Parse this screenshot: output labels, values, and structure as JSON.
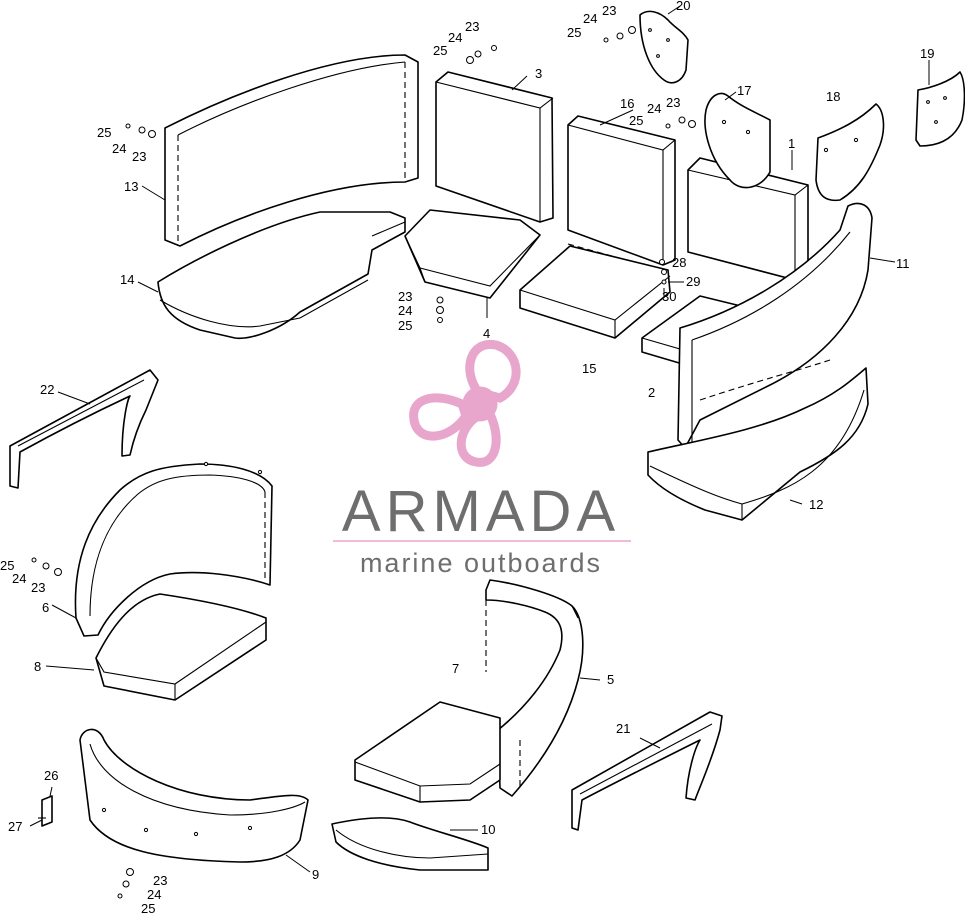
{
  "watermark": {
    "name": "ARMADA",
    "tagline": "marine outboards",
    "colors": {
      "propeller": "#e8a6cc",
      "propeller_stroke": "#d98ab8",
      "text": "#6e6e6e",
      "rule": "#e8a6cc"
    },
    "icon": "propeller-logo-icon"
  },
  "callouts": [
    {
      "id": "c1",
      "label": "1"
    },
    {
      "id": "c2",
      "label": "2"
    },
    {
      "id": "c3",
      "label": "3"
    },
    {
      "id": "c4",
      "label": "4"
    },
    {
      "id": "c5",
      "label": "5"
    },
    {
      "id": "c6",
      "label": "6"
    },
    {
      "id": "c7",
      "label": "7"
    },
    {
      "id": "c8",
      "label": "8"
    },
    {
      "id": "c9",
      "label": "9"
    },
    {
      "id": "c10",
      "label": "10"
    },
    {
      "id": "c11",
      "label": "11"
    },
    {
      "id": "c12",
      "label": "12"
    },
    {
      "id": "c13",
      "label": "13"
    },
    {
      "id": "c14",
      "label": "14"
    },
    {
      "id": "c15",
      "label": "15"
    },
    {
      "id": "c16",
      "label": "16"
    },
    {
      "id": "c17",
      "label": "17"
    },
    {
      "id": "c18",
      "label": "18"
    },
    {
      "id": "c19",
      "label": "19"
    },
    {
      "id": "c20",
      "label": "20"
    },
    {
      "id": "c21",
      "label": "21"
    },
    {
      "id": "c22",
      "label": "22"
    },
    {
      "id": "c23a",
      "label": "23"
    },
    {
      "id": "c24a",
      "label": "24"
    },
    {
      "id": "c25a",
      "label": "25"
    },
    {
      "id": "c25b",
      "label": "25"
    },
    {
      "id": "c24b",
      "label": "24"
    },
    {
      "id": "c23b",
      "label": "23"
    },
    {
      "id": "c23c",
      "label": "23"
    },
    {
      "id": "c24c",
      "label": "24"
    },
    {
      "id": "c25c",
      "label": "25"
    },
    {
      "id": "c23d",
      "label": "23"
    },
    {
      "id": "c24d",
      "label": "24"
    },
    {
      "id": "c25d",
      "label": "25"
    },
    {
      "id": "c24e",
      "label": "24"
    },
    {
      "id": "c23e",
      "label": "23"
    },
    {
      "id": "c25e",
      "label": "25"
    },
    {
      "id": "c25f",
      "label": "25"
    },
    {
      "id": "c24f",
      "label": "24"
    },
    {
      "id": "c23f",
      "label": "23"
    },
    {
      "id": "c23g",
      "label": "23"
    },
    {
      "id": "c24g",
      "label": "24"
    },
    {
      "id": "c25g",
      "label": "25"
    },
    {
      "id": "c26",
      "label": "26"
    },
    {
      "id": "c27",
      "label": "27"
    },
    {
      "id": "c28",
      "label": "28"
    },
    {
      "id": "c29",
      "label": "29"
    },
    {
      "id": "c30",
      "label": "30"
    }
  ]
}
